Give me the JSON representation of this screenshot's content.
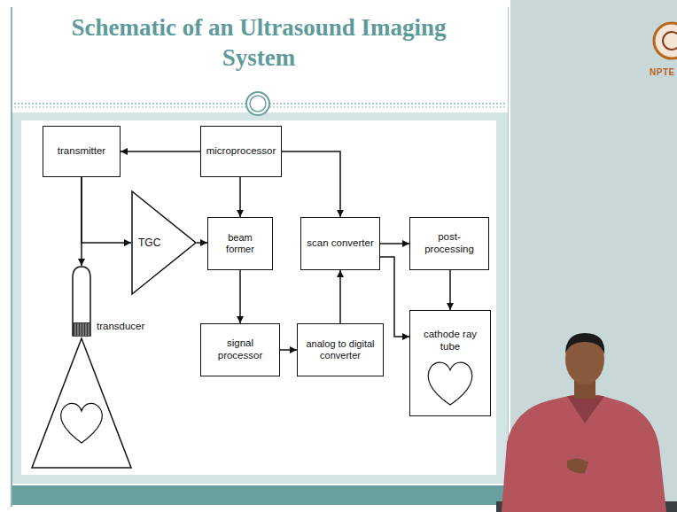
{
  "diagram": {
    "title": "Schematic of an Ultrasound Imaging System",
    "nodes": [
      {
        "text": [
          "transmitter"
        ]
      },
      {
        "text": [
          "microprocessor"
        ]
      },
      {
        "text": [
          "TGC"
        ]
      },
      {
        "text": [
          "beam former"
        ]
      },
      {
        "text": [
          "scan converter"
        ]
      },
      {
        "text": [
          "post-processing"
        ]
      },
      {
        "text": [
          "transducer"
        ]
      },
      {
        "text": [
          "signal processor"
        ]
      },
      {
        "text": [
          "analog to digital converter"
        ]
      },
      {
        "text": [
          "cathode ray tube"
        ]
      }
    ],
    "edges": [
      {
        "from": 1,
        "to": 0,
        "arrow": "to"
      },
      {
        "from": 1,
        "to": 3,
        "arrow": "to"
      },
      {
        "from": 1,
        "to": 4,
        "arrow": "to"
      },
      {
        "from": 0,
        "to": 6,
        "arrow": "to"
      },
      {
        "from": 0,
        "to": 2,
        "arrow": "to"
      },
      {
        "from": 2,
        "to": 3,
        "arrow": "to"
      },
      {
        "from": 3,
        "to": 7,
        "arrow": "to"
      },
      {
        "from": 7,
        "to": 8,
        "arrow": "to"
      },
      {
        "from": 8,
        "to": 4,
        "arrow": "to"
      },
      {
        "from": 4,
        "to": 5,
        "arrow": "to"
      },
      {
        "from": 4,
        "to": 9,
        "arrow": "to"
      },
      {
        "from": 5,
        "to": 9,
        "arrow": "to"
      }
    ],
    "labels": [
      "NPTE"
    ]
  }
}
